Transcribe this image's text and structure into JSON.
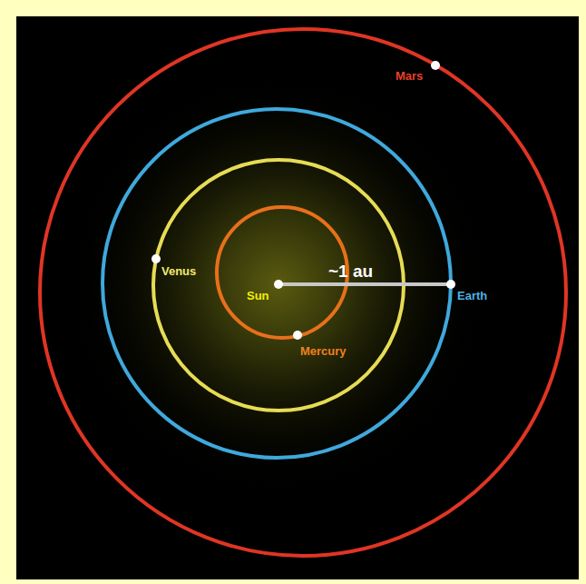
{
  "diagram": {
    "labels": [
      "Mars",
      "Venus",
      "~1 au",
      "Sun",
      "Earth",
      "Mercury"
    ]
  }
}
